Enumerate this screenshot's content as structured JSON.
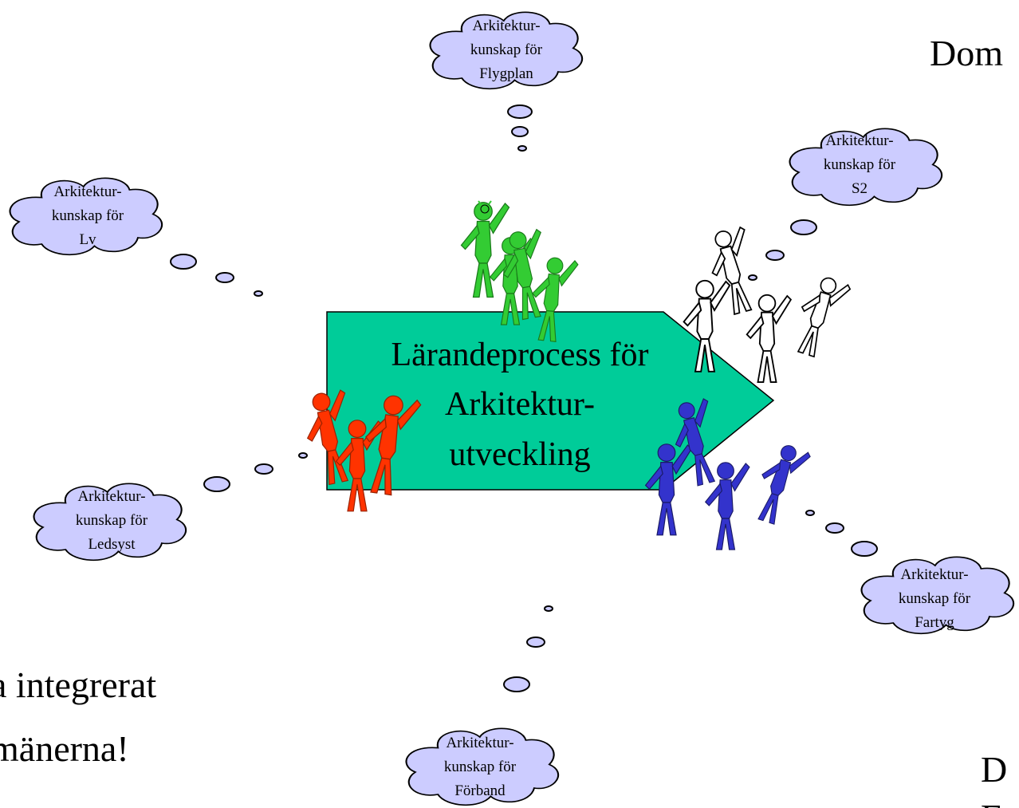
{
  "slide": {
    "corner_top_right": "Dom",
    "bottom_left_line1": "a integrerat",
    "bottom_left_line2": "mänerna!",
    "bottom_right_line1": "D",
    "bottom_right_line2": "F"
  },
  "arrow": {
    "line1": "Lärandeprocess för",
    "line2": "Arkitektur-",
    "line3": "utveckling"
  },
  "clouds": [
    {
      "id": "flygplan",
      "line1": "Arkitektur-",
      "line2": "kunskap för",
      "line3": "Flygplan"
    },
    {
      "id": "lv",
      "line1": "Arkitektur-",
      "line2": "kunskap för",
      "line3": "Lv"
    },
    {
      "id": "s2",
      "line1": "Arkitektur-",
      "line2": "kunskap för",
      "line3": "S2"
    },
    {
      "id": "ledsyst",
      "line1": "Arkitektur-",
      "line2": "kunskap för",
      "line3": "Ledsyst"
    },
    {
      "id": "fartyg",
      "line1": "Arkitektur-",
      "line2": "kunskap för",
      "line3": "Fartyg"
    },
    {
      "id": "forband",
      "line1": "Arkitektur-",
      "line2": "kunskap för",
      "line3": "Förband"
    }
  ],
  "colors": {
    "arrow_fill": "#00cc99",
    "cloud_fill": "#ccccff",
    "green_group": "#33cc33",
    "red_group": "#ff3300",
    "blue_group": "#3333cc",
    "white_group": "#ffffff"
  }
}
